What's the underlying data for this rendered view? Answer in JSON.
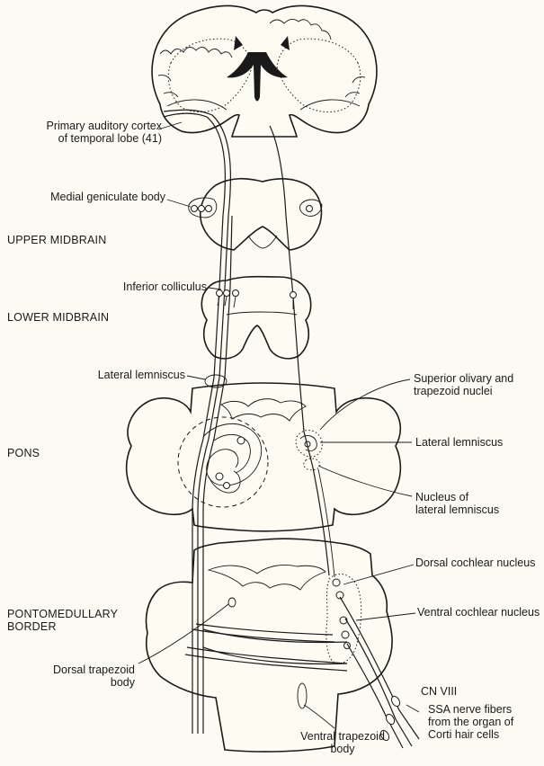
{
  "labels": {
    "auditory_cortex": [
      "Primary auditory cortex",
      "of temporal lobe (41)"
    ],
    "medial_geniculate": "Medial geniculate body",
    "upper_midbrain": "UPPER MIDBRAIN",
    "inferior_colliculus": "Inferior colliculus",
    "lower_midbrain": "LOWER MIDBRAIN",
    "lateral_lemniscus_left": "Lateral lemniscus",
    "pons": "PONS",
    "superior_olivary": [
      "Superior olivary and",
      "trapezoid nuclei"
    ],
    "lateral_lemniscus_right": "Lateral lemniscus",
    "nucleus_lateral_lemniscus": [
      "Nucleus of",
      "lateral lemniscus"
    ],
    "dorsal_cochlear": "Dorsal cochlear nucleus",
    "pontomedullary": [
      "PONTOMEDULLARY",
      "BORDER"
    ],
    "ventral_cochlear": "Ventral cochlear nucleus",
    "dorsal_trapezoid": [
      "Dorsal trapezoid",
      "body"
    ],
    "cn_viii": "CN VIII",
    "ssa_fibers": [
      "SSA nerve fibers",
      "from the organ of",
      "Corti hair cells"
    ],
    "ventral_trapezoid": [
      "Ventral trapezoid",
      "body"
    ]
  },
  "colors": {
    "ink": "#1a1a1a",
    "paper": "#fbfbf3",
    "tissue": "#fdfcf2"
  }
}
